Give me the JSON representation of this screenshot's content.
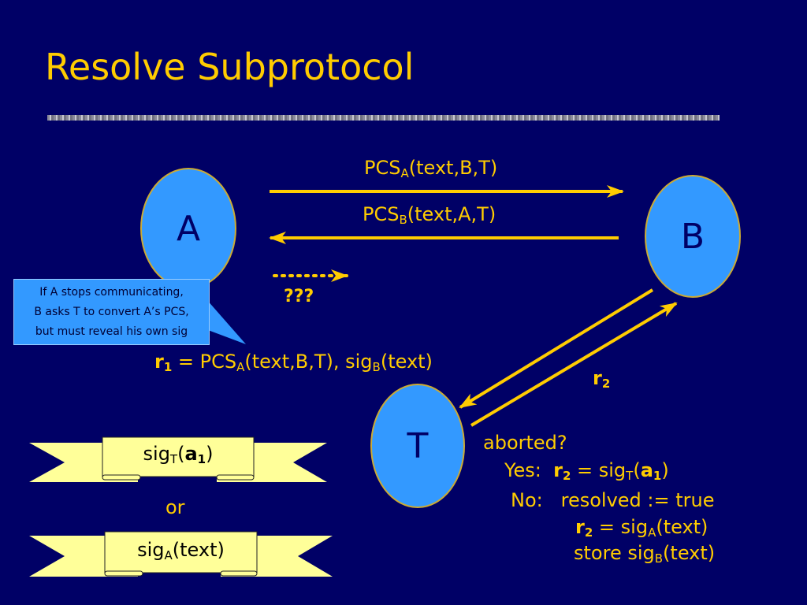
{
  "title": "Resolve Subprotocol",
  "nodes": {
    "a": "A",
    "b": "B",
    "t": "T"
  },
  "msg1": {
    "base": "PCS",
    "sub": "A",
    "rest": "(text,B,T)"
  },
  "msg2": {
    "base": "PCS",
    "sub": "B",
    "rest": "(text,A,T)"
  },
  "unknown": "???",
  "callout": [
    "If A stops communicating,",
    "B asks T to convert A’s PCS,",
    "but must reveal his own sig"
  ],
  "r1": {
    "r": "r",
    "rsub": "1",
    "eq": " = PCS",
    "sub1": "A",
    "mid": "(text,B,T), sig",
    "sub2": "B",
    "end": "(text)"
  },
  "r2_label": {
    "r": "r",
    "sub": "2"
  },
  "ribbon1": {
    "base": "sig",
    "sub": "T",
    "open": "(",
    "bold": "a",
    "boldsub": "1",
    "close": ")"
  },
  "or": "or",
  "ribbon2": {
    "base": "sig",
    "sub": "A",
    "rest": "(text)"
  },
  "t_logic": {
    "aborted": "aborted?",
    "yes": "Yes:",
    "yes_r": "r",
    "yes_rsub": "2",
    "yes_eq": " = sig",
    "yes_sub": "T",
    "yes_open": "(",
    "yes_a": "a",
    "yes_asub": "1",
    "yes_close": ")",
    "no": "No:",
    "no_1": "resolved := true",
    "no_r": "r",
    "no_rsub": "2",
    "no_eq": " = sig",
    "no_sub": "A",
    "no_rest": "(text)",
    "store": "store sig",
    "store_sub": "B",
    "store_rest": "(text)"
  },
  "colors": {
    "background": "#000066",
    "text": "#ffcc00",
    "node": "#3399ff",
    "ribbon": "#ffff99"
  }
}
